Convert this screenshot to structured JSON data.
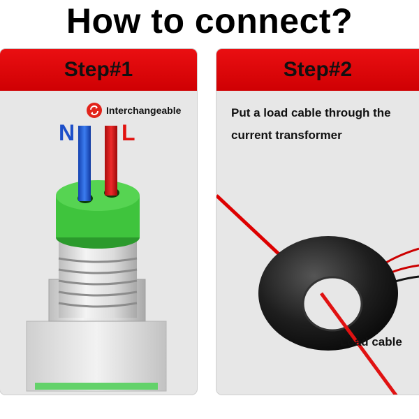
{
  "title": "How to connect?",
  "steps": [
    {
      "label": "Step#1",
      "badge_text": "Interchangeable",
      "wire_labels": {
        "neutral": "N",
        "live": "L"
      }
    },
    {
      "label": "Step#2",
      "instruction_line1": "Put a load cable through the",
      "instruction_line2": "current transformer",
      "callout": "Load cable"
    }
  ],
  "colors": {
    "header_red": "#d9080b",
    "neutral_wire": "#1d4fc9",
    "live_wire": "#e1120f",
    "terminal_green": "#3fc43d",
    "ct_black": "#1a1a1a"
  },
  "icons": {
    "swap": "swap-arrows-icon"
  }
}
